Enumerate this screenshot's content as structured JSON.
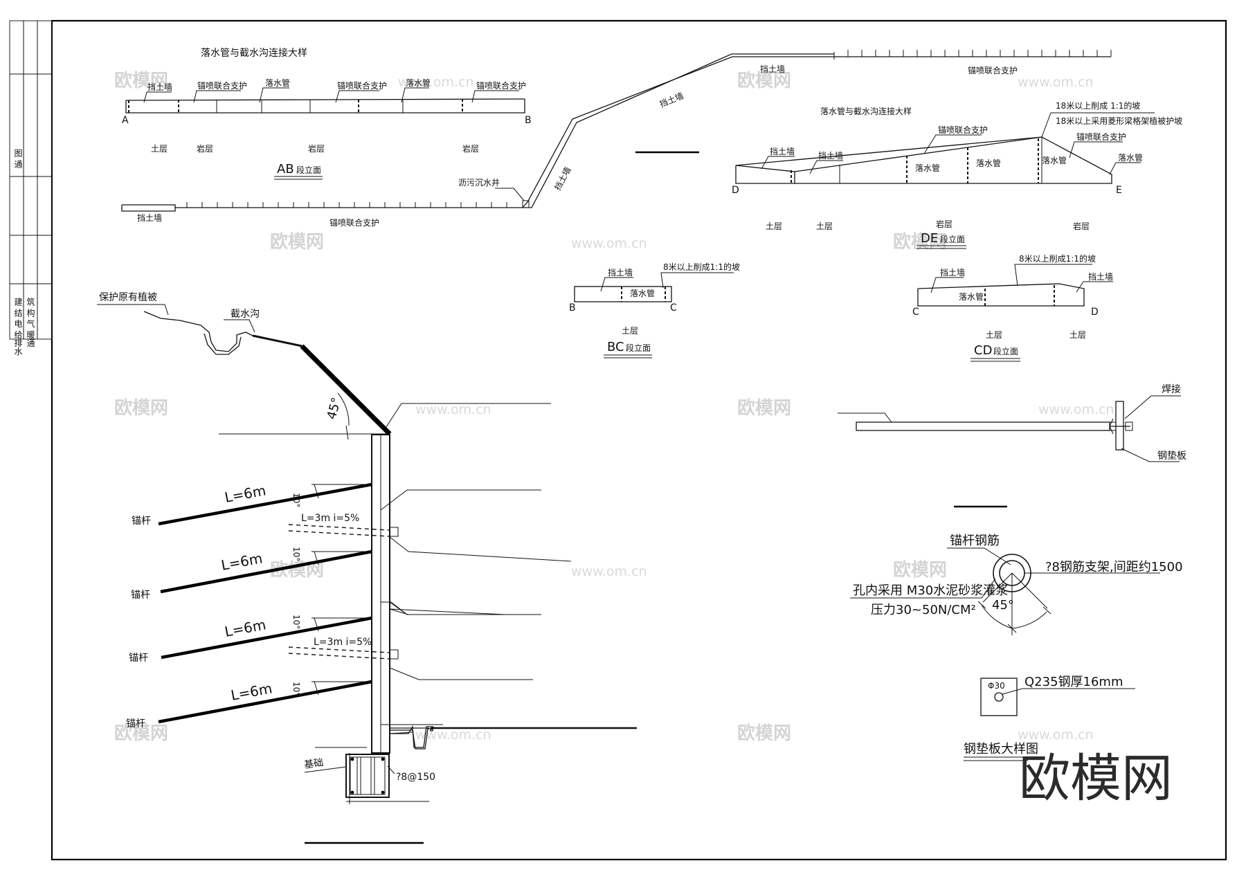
{
  "title_strip": {
    "c1": "建 结 电 给排水",
    "c2": "筑 构 气 暖通",
    "c3": "图 通"
  },
  "ab_view": {
    "header": "落水管与截水沟连接大样",
    "labels": [
      "挡土墙",
      "锚喷联合支护",
      "落水管",
      "锚喷联合支护",
      "落水管",
      "锚喷联合支护"
    ],
    "end_a": "A",
    "end_b": "B",
    "strata": [
      "土层",
      "岩层",
      "岩层",
      "岩层"
    ],
    "caption_code": "AB",
    "caption_text": "段立面"
  },
  "plan": {
    "retaining_wall_top": "挡土墙",
    "support_top": "锚喷联合支护",
    "slope_wall": "挡土墙",
    "slope_wall_2": "挡土墙",
    "sump": "沥污沉水井",
    "retaining_wall_bottom": "挡土墙",
    "support_bottom": "锚喷联合支护"
  },
  "de_view": {
    "header": "落水管与截水沟连接大样",
    "note1": "18米以上削成 1:1的坡",
    "note2": "18米以上采用菱形梁格架植被护坡",
    "support_1": "锚喷联合支护",
    "support_2": "锚喷联合支护",
    "wall_1": "挡土墙",
    "wall_2": "挡土墙",
    "pipes": [
      "落水管",
      "落水管",
      "落水管",
      "落水管"
    ],
    "end_d": "D",
    "end_e": "E",
    "strata": [
      "土层",
      "土层",
      "岩层",
      "岩层"
    ],
    "caption_code": "DE",
    "caption_text": "段立面"
  },
  "bc_view": {
    "wall": "挡土墙",
    "note": "8米以上削成1:1的坡",
    "pipe": "落水管",
    "end_b": "B",
    "end_c": "C",
    "stratum": "土层",
    "caption_code": "BC",
    "caption_text": "段立面"
  },
  "cd_view": {
    "wall_1": "挡土墙",
    "wall_2": "挡土墙",
    "note": "8米以上削成1:1的坡",
    "pipe": "落水管",
    "end_c": "C",
    "end_d": "D",
    "strata": [
      "土层",
      "土层"
    ],
    "caption_code": "CD",
    "caption_text": "段立面"
  },
  "section": {
    "vegetation": "保护原有植被",
    "ditch": "截水沟",
    "angle": "45°",
    "anchor_label": "锚杆",
    "anchor_length": "L=6m",
    "anchor_angle": "10°",
    "drain_pipe": "L=3m   i=5%",
    "foundation": "基础",
    "foundation_rebar": "?8@150"
  },
  "weld_detail": {
    "weld": "焊接",
    "plate": "钢垫板"
  },
  "anchor_detail": {
    "rebar": "锚杆钢筋",
    "bracket": "?8钢筋支架,间距约1500",
    "grout": "孔内采用 M30水泥砂浆灌浆",
    "pressure": "压力30~50N/CM²",
    "angle": "45°"
  },
  "plate_detail": {
    "hole": "Φ30",
    "spec": "Q235钢厚16mm",
    "title": "钢垫板大样图"
  },
  "watermark": {
    "logo": "欧模网",
    "url": "www.om.cn"
  }
}
